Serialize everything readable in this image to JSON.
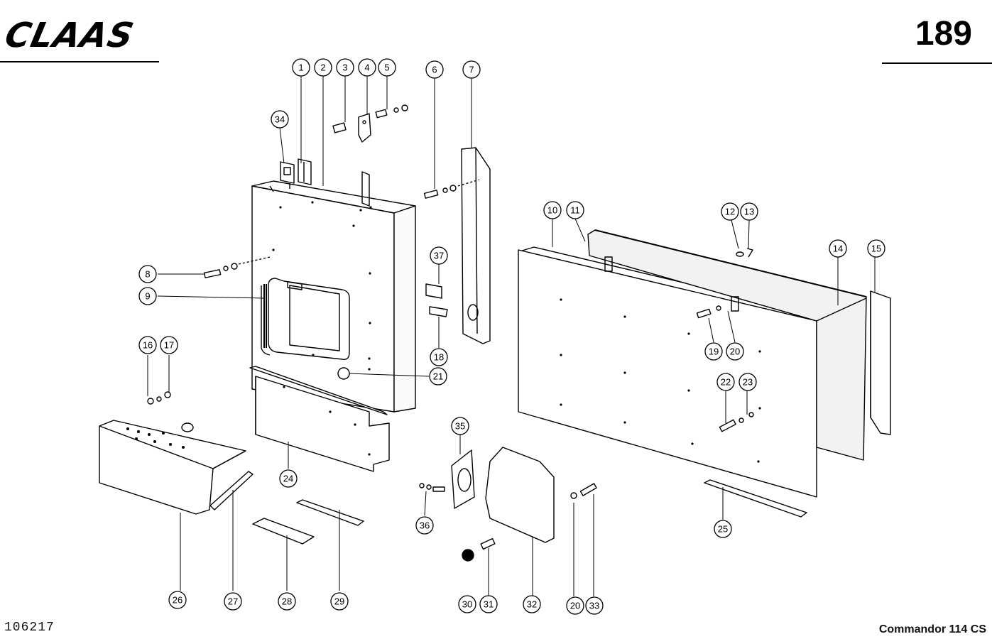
{
  "header": {
    "logo": "CLAAS",
    "page_number": "189"
  },
  "footer": {
    "drawing_number": "106217",
    "model": "Commandor 114 CS"
  },
  "callouts": [
    "1",
    "2",
    "3",
    "4",
    "5",
    "6",
    "7",
    "8",
    "9",
    "10",
    "11",
    "12",
    "13",
    "14",
    "15",
    "16",
    "17",
    "18",
    "19",
    "20",
    "21",
    "22",
    "23",
    "24",
    "25",
    "26",
    "27",
    "28",
    "29",
    "20",
    "30",
    "31",
    "32",
    "33",
    "34",
    "35",
    "36",
    "37"
  ]
}
